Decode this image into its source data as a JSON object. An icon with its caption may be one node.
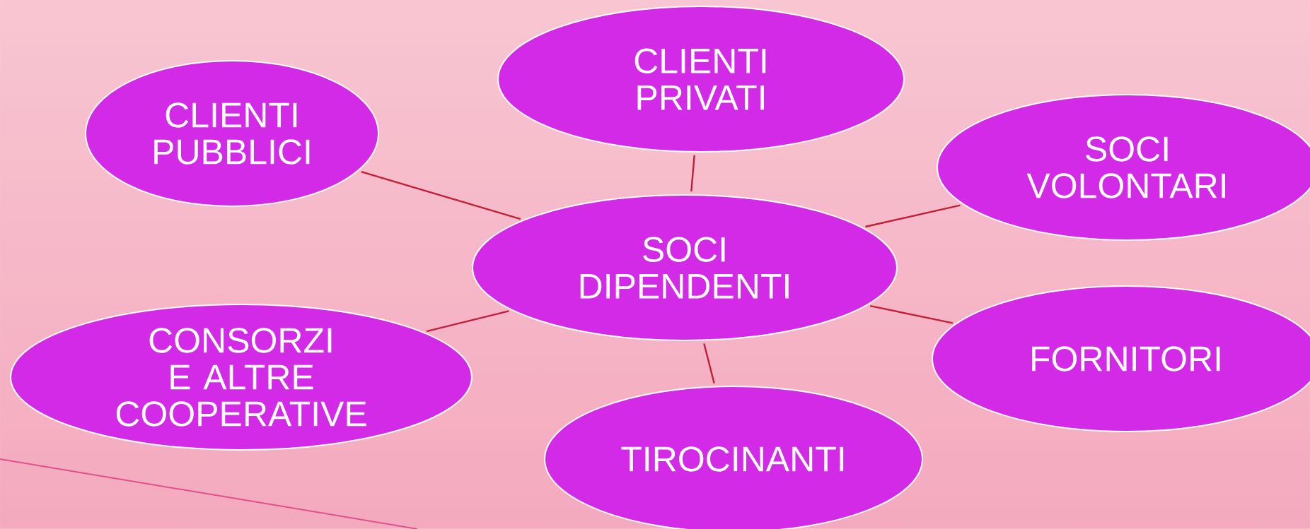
{
  "diagram": {
    "nodes": [
      {
        "text": [
          "SOCI DIPENDENTI"
        ]
      },
      {
        "text": [
          "CLIENTI PUBBLICI"
        ]
      },
      {
        "text": [
          "CLIENTI PRIVATI"
        ]
      },
      {
        "text": [
          "SOCI VOLONTARI"
        ]
      },
      {
        "text": [
          "FORNITORI"
        ]
      },
      {
        "text": [
          "TIROCINANTI"
        ]
      },
      {
        "text": [
          "CONSORZI E ALTRE COOPERATIVE"
        ]
      }
    ],
    "edges": [
      {
        "from": 0,
        "to": 1,
        "arrow": "none"
      },
      {
        "from": 0,
        "to": 2,
        "arrow": "none"
      },
      {
        "from": 0,
        "to": 3,
        "arrow": "none"
      },
      {
        "from": 0,
        "to": 4,
        "arrow": "none"
      },
      {
        "from": 0,
        "to": 5,
        "arrow": "none"
      },
      {
        "from": 0,
        "to": 6,
        "arrow": "none"
      }
    ]
  }
}
